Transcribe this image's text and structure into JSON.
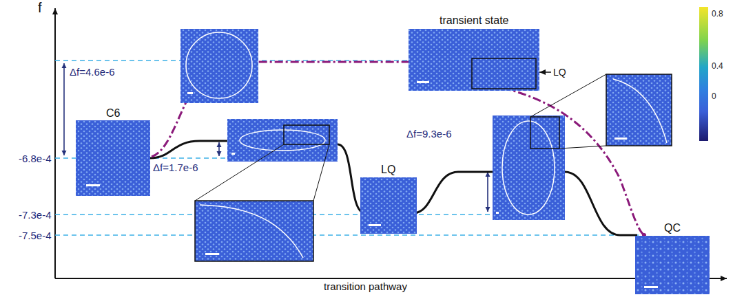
{
  "diagram": {
    "nodes": [
      {
        "text": [
          "C6"
        ]
      },
      {
        "text": [
          "transient state"
        ]
      },
      {
        "text": [
          "LQ"
        ]
      },
      {
        "text": [
          "QC"
        ]
      }
    ],
    "labels": [
      "f",
      "Δf=4.6e-6",
      "-6.8e-4",
      "Δf=1.7e-6",
      "Δf=9.3e-6",
      "-7.3e-4",
      "-7.5e-4",
      "LQ",
      "0.8",
      "0.4",
      "0",
      "transition pathway"
    ]
  }
}
